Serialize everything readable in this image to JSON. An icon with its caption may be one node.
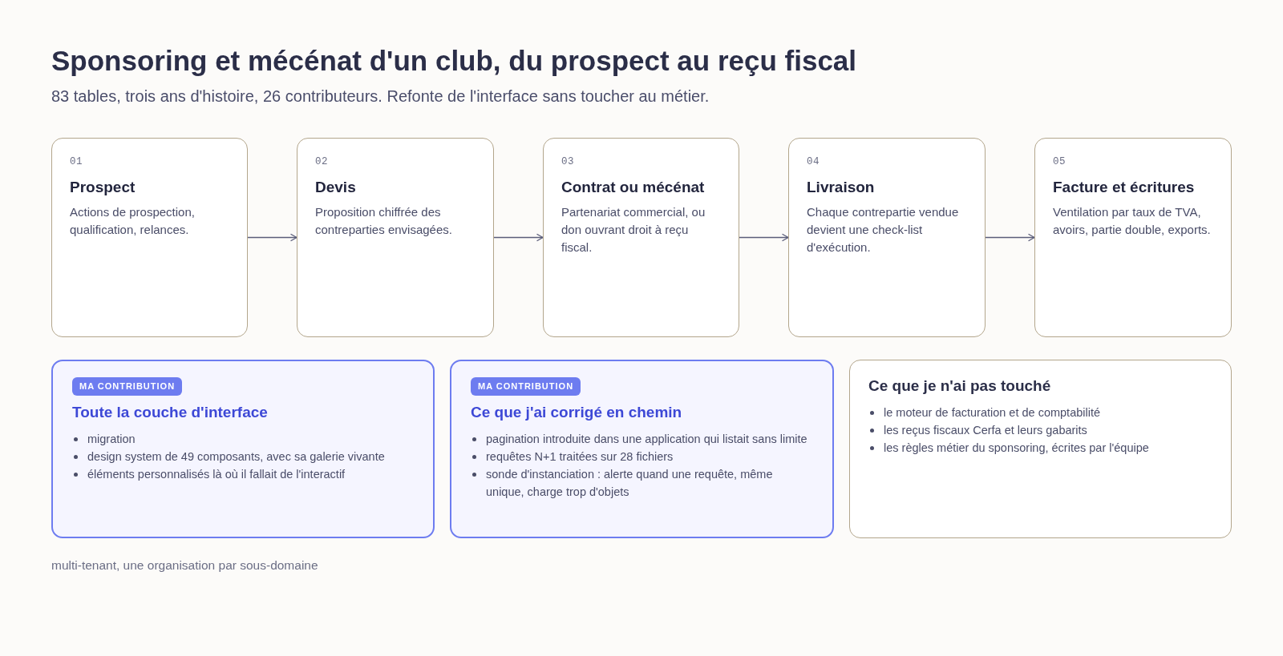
{
  "diagram": {
    "title": "Sponsoring et mécénat d'un club, du prospect au reçu fiscal",
    "caption": "multi-tenant, une organisation par sous-domaine",
    "nodes": [
      {
        "text": [
          "01",
          "Prospect",
          "Actions de prospection, qualification, relances."
        ]
      },
      {
        "text": [
          "02",
          "Devis",
          "Proposition chiffrée des contreparties envisagées."
        ]
      },
      {
        "text": [
          "03",
          "Contrat ou mécénat",
          "Partenariat commercial, ou don ouvrant droit à reçu fiscal."
        ]
      },
      {
        "text": [
          "04",
          "Livraison",
          "Chaque contrepartie vendue devient une check-list d'exécution."
        ]
      },
      {
        "text": [
          "05",
          "Facture et écritures",
          "Ventilation par taux de TVA, avoirs, partie double, exports."
        ]
      },
      {
        "text": [
          "Toute la couche d'interface",
          "migration",
          "design system de 49 composants, avec sa galerie vivante",
          "éléments personnalisés là où il fallait de l'interactif"
        ]
      },
      {
        "text": [
          "MA CONTRIBUTION"
        ],
        "in": 5
      },
      {
        "text": [
          "Ce que j'ai corrigé en chemin",
          "pagination introduite dans une application qui listait sans limite",
          "requêtes N+1 traitées sur 28 fichiers",
          "sonde d'instanciation : alerte quand une requête, même unique, charge trop d'objets"
        ]
      },
      {
        "text": [
          "MA CONTRIBUTION"
        ],
        "in": 7
      },
      {
        "text": [
          "Ce que je n'ai pas touché",
          "le moteur de facturation et de comptabilité",
          "les reçus fiscaux Cerfa et leurs gabarits",
          "les règles métier du sponsoring, écrites par l'équipe"
        ]
      }
    ],
    "edges": [
      {
        "from": 0,
        "to": 1,
        "arrow": "to"
      },
      {
        "from": 1,
        "to": 2,
        "arrow": "to"
      },
      {
        "from": 2,
        "to": 3,
        "arrow": "to"
      },
      {
        "from": 3,
        "to": 4,
        "arrow": "to"
      }
    ],
    "labels": [
      "83 tables, trois ans d'histoire, 26 contributeurs. Refonte de l'interface sans toucher au métier."
    ]
  }
}
